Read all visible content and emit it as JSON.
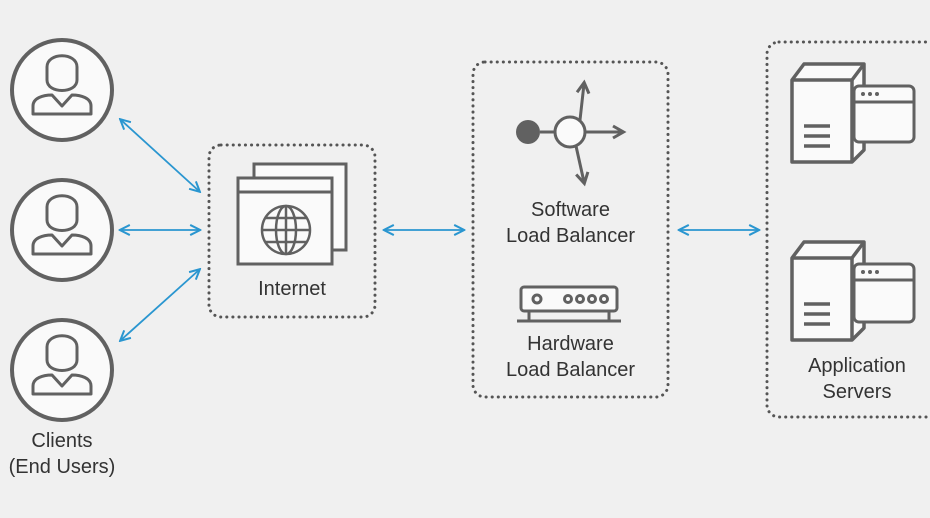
{
  "clients": {
    "label_line1": "Clients",
    "label_line2": "(End Users)"
  },
  "internet": {
    "label": "Internet"
  },
  "software_lb": {
    "label_line1": "Software",
    "label_line2": "Load Balancer"
  },
  "hardware_lb": {
    "label_line1": "Hardware",
    "label_line2": "Load Balancer"
  },
  "app_servers": {
    "label_line1": "Application",
    "label_line2": "Servers"
  },
  "colors": {
    "background": "#f0f0f0",
    "stroke": "#616161",
    "arrow": "#2a96d0",
    "dotted_border": "#555555",
    "text": "#333333"
  },
  "icons": [
    "user-icon",
    "browser-window-icon",
    "globe-icon",
    "load-balancer-node-icon",
    "hardware-device-icon",
    "server-tower-icon",
    "app-window-icon"
  ]
}
